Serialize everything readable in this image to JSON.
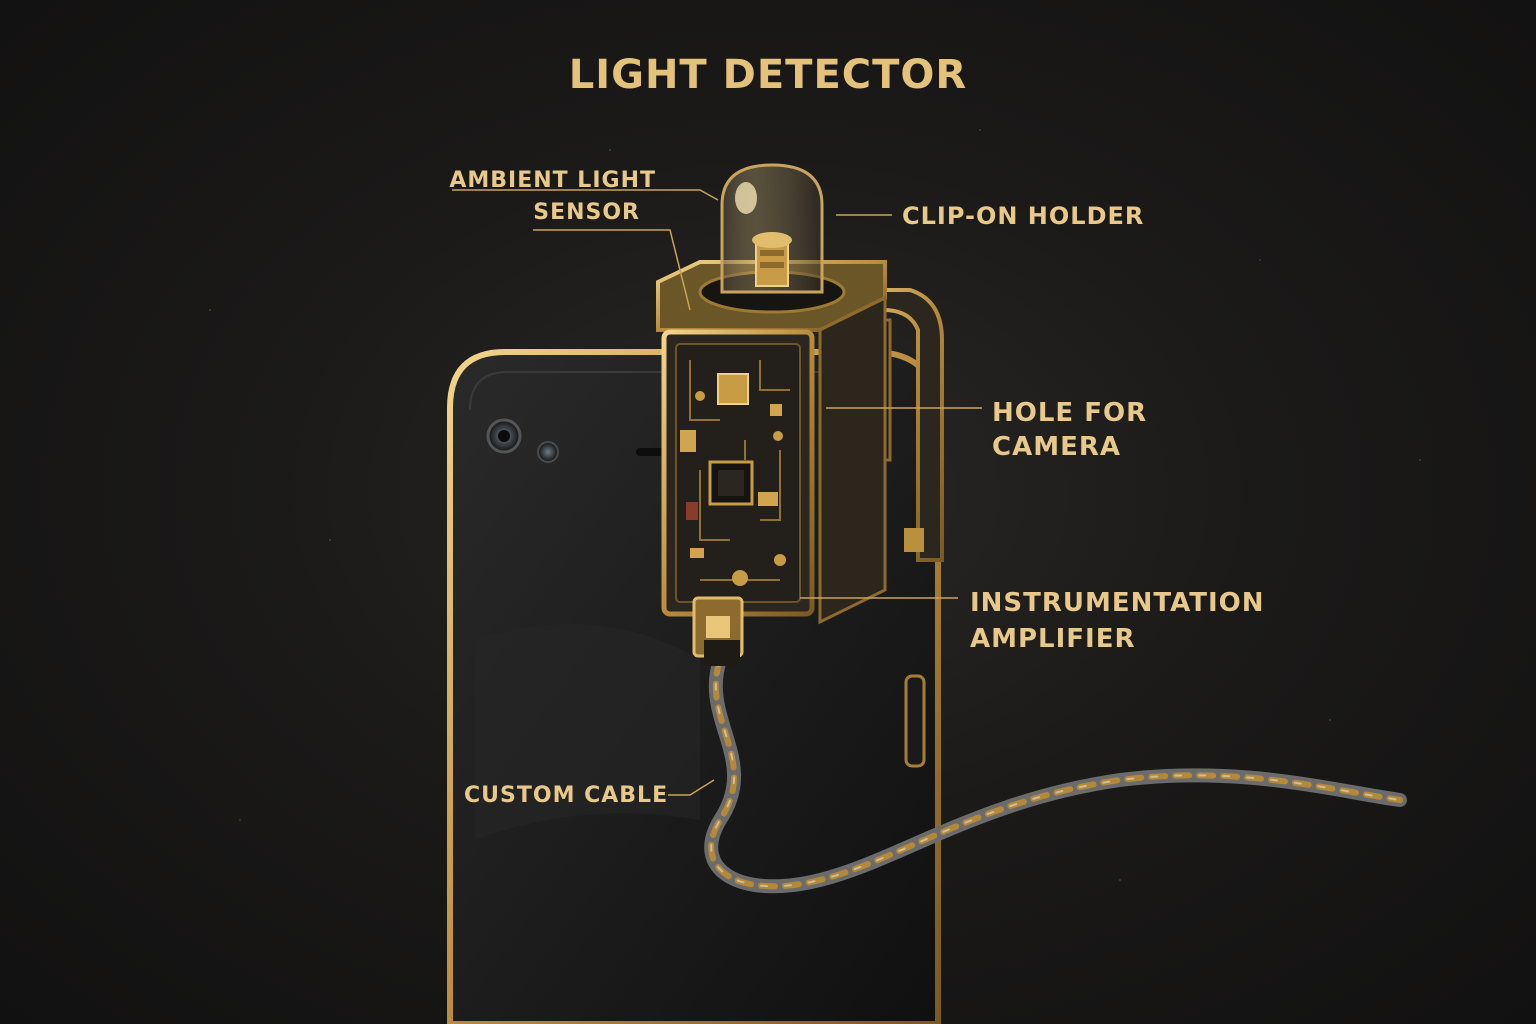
{
  "diagram": {
    "title": "LIGHT DETECTOR",
    "labels": {
      "ambient_sensor": [
        "AMBIENT LIGHT",
        "SENSOR"
      ],
      "clip_on_holder": "CLIP-ON HOLDER",
      "hole_for_camera": [
        "HOLE FOR",
        "CAMERA"
      ],
      "instrumentation_amplifier": [
        "INSTRUMENTATION",
        "AMPLIFIER"
      ],
      "custom_cable": "CUSTOM CABLE"
    }
  },
  "colors": {
    "background": "#151414",
    "accent_gold": "#e4c27a",
    "label_text": "#e8c98a",
    "leader_line": "#c9a45c",
    "phone_body": "#161616",
    "pcb": "#2b2620"
  }
}
